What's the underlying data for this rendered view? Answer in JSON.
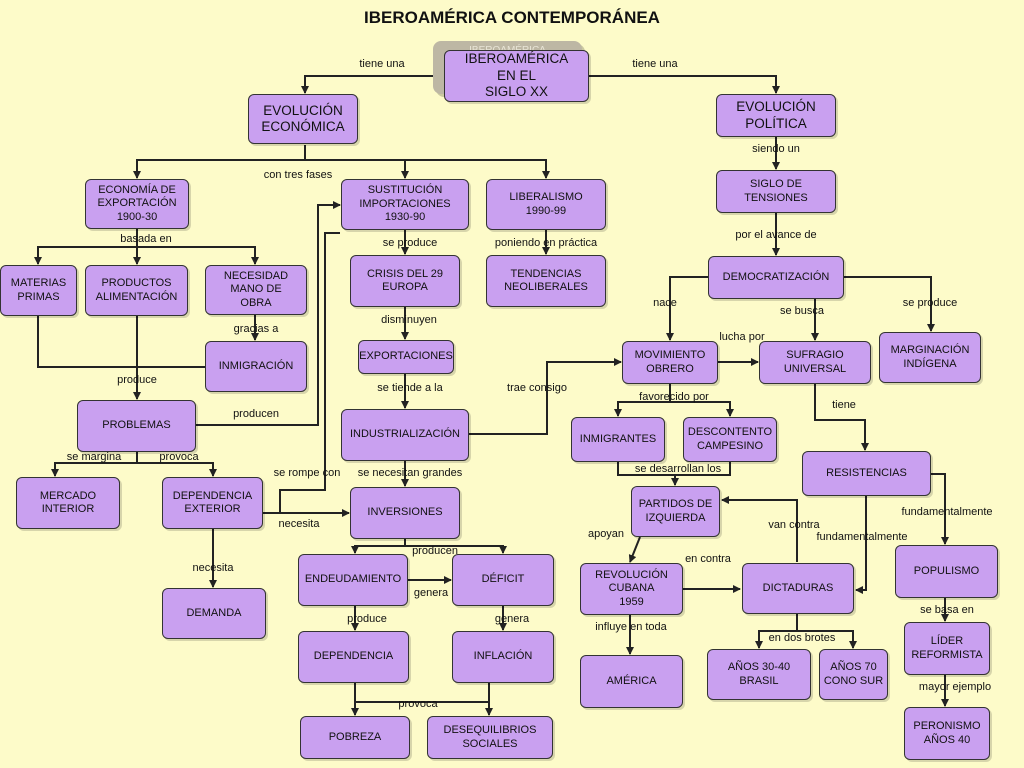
{
  "title": "IBEROAMÉRICA CONTEMPORÁNEA",
  "ghost_text": "IBEROAMÉRICA",
  "nodes": {
    "root": "IBEROAMÉRICA\nEN EL\nSIGLO XX",
    "evo_eco": "EVOLUCIÓN\nECONÓMICA",
    "evo_pol": "EVOLUCIÓN\nPOLÍTICA",
    "eco_exp": "ECONOMÍA DE\nEXPORTACIÓN\n1900-30",
    "sust_imp": "SUSTITUCIÓN\nIMPORTACIONES\n1930-90",
    "liberalismo": "LIBERALISMO\n1990-99",
    "materias": "MATERIAS\nPRIMAS",
    "productos": "PRODUCTOS\nALIMENTACIÓN",
    "necesidad": "NECESIDAD\nMANO DE\nOBRA",
    "crisis": "CRISIS DEL 29\nEUROPA",
    "tendencias": "TENDENCIAS\nNEOLIBERALES",
    "inmigracion": "INMIGRACIÓN",
    "exportaciones": "EXPORTACIONES",
    "problemas": "PROBLEMAS",
    "industrializacion": "INDUSTRIALIZACIÓN",
    "mercado": "MERCADO\nINTERIOR",
    "dependencia_ext": "DEPENDENCIA\nEXTERIOR",
    "inversiones": "INVERSIONES",
    "demanda": "DEMANDA",
    "endeudamiento": "ENDEUDAMIENTO",
    "deficit": "DÉFICIT",
    "dependencia": "DEPENDENCIA",
    "inflacion": "INFLACIÓN",
    "pobreza": "POBREZA",
    "desequilibrios": "DESEQUILIBRIOS\nSOCIALES",
    "siglo_tensiones": "SIGLO DE\nTENSIONES",
    "democratizacion": "DEMOCRATIZACIÓN",
    "mov_obrero": "MOVIMIENTO\nOBRERO",
    "sufragio": "SUFRAGIO\nUNIVERSAL",
    "marginacion": "MARGINACIÓN\nINDÍGENA",
    "inmigrantes": "INMIGRANTES",
    "descontento": "DESCONTENTO\nCAMPESINO",
    "resistencias": "RESISTENCIAS",
    "partidos": "PARTIDOS DE\nIZQUIERDA",
    "populismo": "POPULISMO",
    "rev_cubana": "REVOLUCIÓN\nCUBANA\n1959",
    "dictaduras": "DICTADURAS",
    "lider": "LÍDER\nREFORMISTA",
    "america": "AMÉRICA",
    "anos30": "AÑOS 30-40\nBRASIL",
    "anos70": "AÑOS 70\nCONO SUR",
    "peronismo": "PERONISMO\nAÑOS 40"
  },
  "labels": {
    "tiene_una_l": "tiene una",
    "tiene_una_r": "tiene una",
    "siendo_un": "siendo un",
    "con_tres_fases": "con tres fases",
    "basada_en": "basada en",
    "se_produce_1": "se produce",
    "poniendo": "poniendo en práctica",
    "por_avance": "por el avance de",
    "gracias_a": "gracias a",
    "disminuyen": "disminuyen",
    "nace": "nace",
    "se_busca": "se busca",
    "se_produce_2": "se produce",
    "lucha_por": "lucha por",
    "produce_1": "produce",
    "se_tiende": "se tiende a la",
    "trae_consigo": "trae consigo",
    "favorecido": "favorecido por",
    "tiene": "tiene",
    "producen_1": "producen",
    "se_margina": "se margina",
    "provoca_1": "provoca",
    "se_rompe": "se rompe con",
    "se_necesitan": "se necesitan grandes",
    "se_desarrollan": "se desarrollan los",
    "necesita_1": "necesita",
    "van_contra": "van contra",
    "fundamentalmente_1": "fundamentalmente",
    "fundamentalmente_2": "fundamentalmente",
    "apoyan": "apoyan",
    "producen_2": "producen",
    "necesita_2": "necesita",
    "en_contra": "en contra",
    "genera_1": "genera",
    "produce_2": "produce",
    "genera_2": "genera",
    "se_basa_en": "se basa en",
    "influye": "influye en toda",
    "en_dos_brotes": "en dos brotes",
    "mayor_ejemplo": "mayor ejemplo",
    "provoca_2": "provoca"
  },
  "colors": {
    "background": "#fdfbc9",
    "node_fill": "#c9a0f0",
    "line": "#222222"
  }
}
